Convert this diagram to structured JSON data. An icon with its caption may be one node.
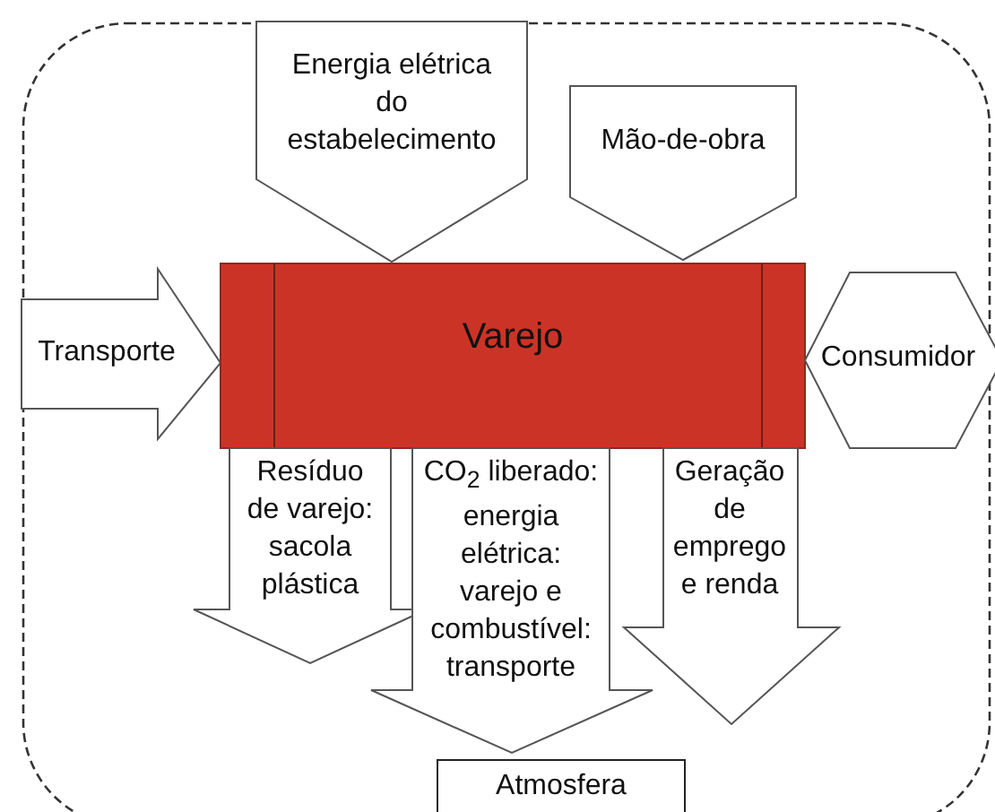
{
  "diagram": {
    "nodes": [
      {
        "text": [],
        "shape": "box"
      },
      {
        "text": [
          "Energia elétrica do estabelecimento"
        ],
        "in": 0
      },
      {
        "text": [
          "Mão-de-obra"
        ],
        "in": 0
      },
      {
        "text": [
          "Transporte"
        ],
        "in": 0
      },
      {
        "text": [
          "Varejo"
        ],
        "in": 0
      },
      {
        "text": [
          "Consumidor"
        ]
      },
      {
        "text": [
          "Resíduo de varejo: sacola plástica"
        ],
        "in": 0
      },
      {
        "text": [
          "CO$_{2}$ liberado: energia elétrica: varejo e combustível: transporte"
        ],
        "in": 0
      },
      {
        "text": [
          "Geração de emprego e renda"
        ],
        "in": 0
      },
      {
        "text": [
          "Atmosfera"
        ]
      }
    ]
  }
}
